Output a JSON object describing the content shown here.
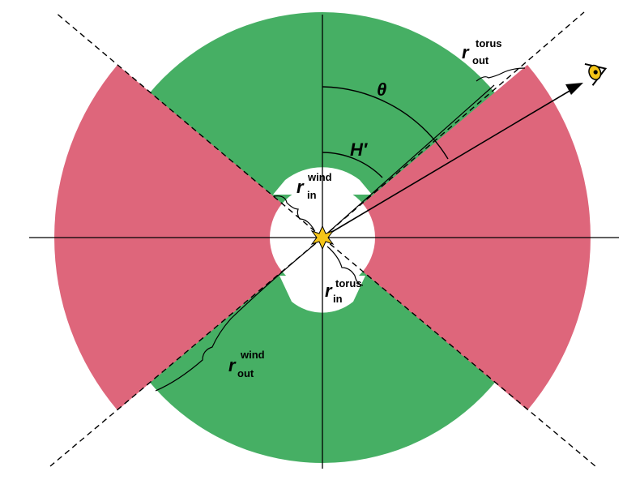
{
  "colors": {
    "torus": "#46AF64",
    "wind": "#DE667B",
    "center_burst": "#F5C518",
    "eye_fill": "#F5C518",
    "line": "#000000"
  },
  "icons": {
    "center": "starburst-icon",
    "observer": "eye-icon"
  },
  "labels": {
    "theta": "θ",
    "h_prime": "H′",
    "r": "r",
    "r_wind_in_sup": "wind",
    "r_wind_in_sub": "in",
    "r_torus_in_sup": "torus",
    "r_torus_in_sub": "in",
    "r_wind_out_sup": "wind",
    "r_wind_out_sub": "out",
    "r_torus_out_sup": "torus",
    "r_torus_out_sub": "out"
  }
}
